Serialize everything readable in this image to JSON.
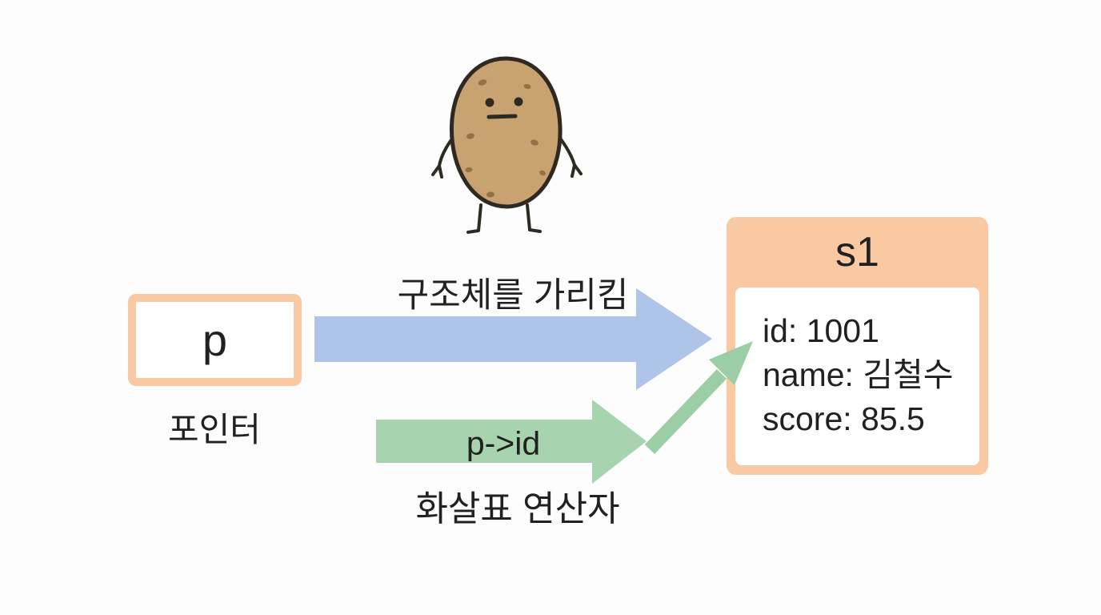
{
  "mascot": {
    "icon": "potato-character-icon"
  },
  "pointer_box": {
    "label": "p",
    "caption": "포인터"
  },
  "blue_arrow": {
    "label": "구조체를 가리킴"
  },
  "green_arrow": {
    "label": "p->id",
    "caption": "화살표 연산자"
  },
  "struct_box": {
    "title": "s1",
    "fields": [
      "id: 1001",
      "name: 김철수",
      "score: 85.5"
    ]
  },
  "colors": {
    "peach": "#f8c9a3",
    "blue": "#aec4e8",
    "green": "#a7d4ae",
    "green-dark": "#9ccea6",
    "ink": "#212121",
    "background": "#fdfdfd",
    "potato-body": "#c9a271",
    "potato-outline": "#2e2a22",
    "potato-spot": "#8d6b44"
  }
}
